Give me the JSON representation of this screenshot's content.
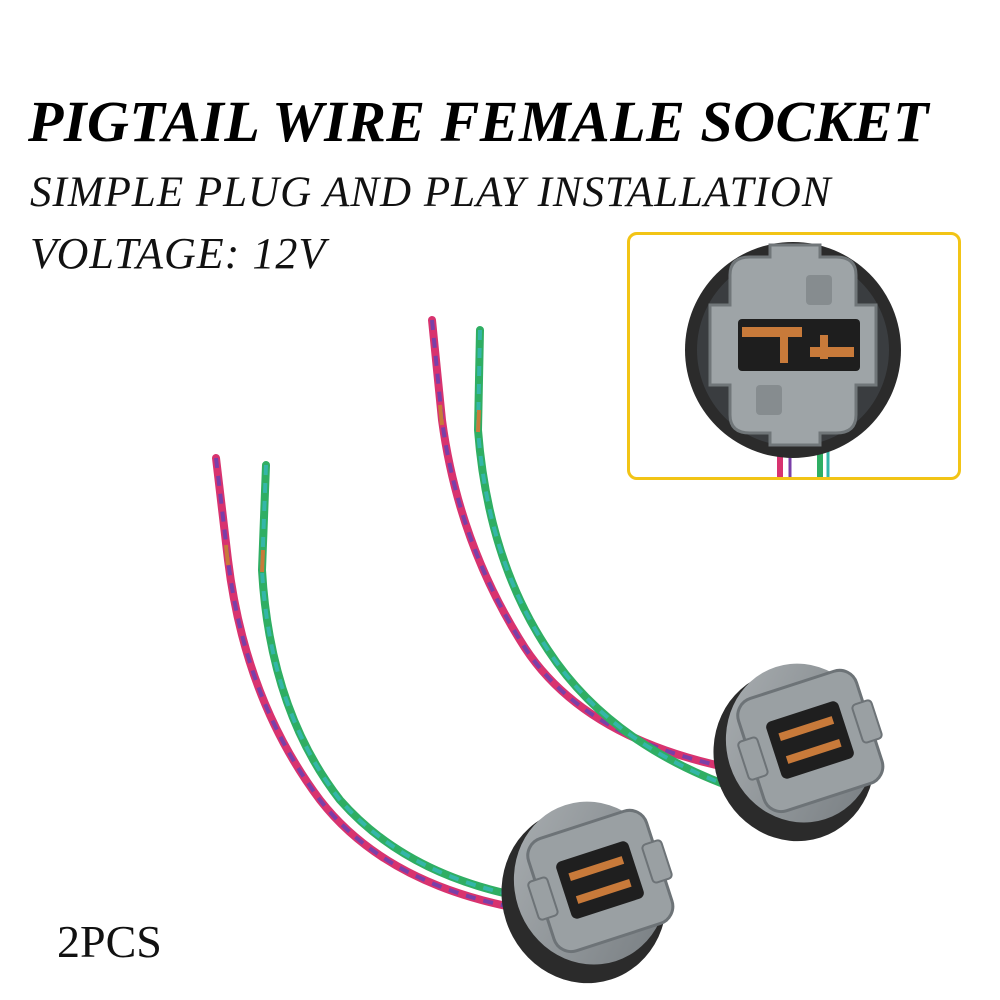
{
  "headline": "PIGTAIL WIRE FEMALE SOCKET",
  "subheadline": "SIMPLE PLUG AND PLAY INSTALLATION",
  "voltage": "VOLTAGE: 12V",
  "quantity": "2PCS",
  "colors": {
    "inset_border": "#f2c416",
    "socket_body": "#8f9598",
    "socket_ring": "#2b2b2b",
    "wire_purple": "#7a3fa8",
    "wire_pink": "#d8336f",
    "wire_green": "#2fae63",
    "wire_teal": "#34b6a8",
    "copper": "#c87a3a"
  },
  "icons": [
    "socket-front-icon",
    "socket-side-icon",
    "wire-pair-icon"
  ]
}
